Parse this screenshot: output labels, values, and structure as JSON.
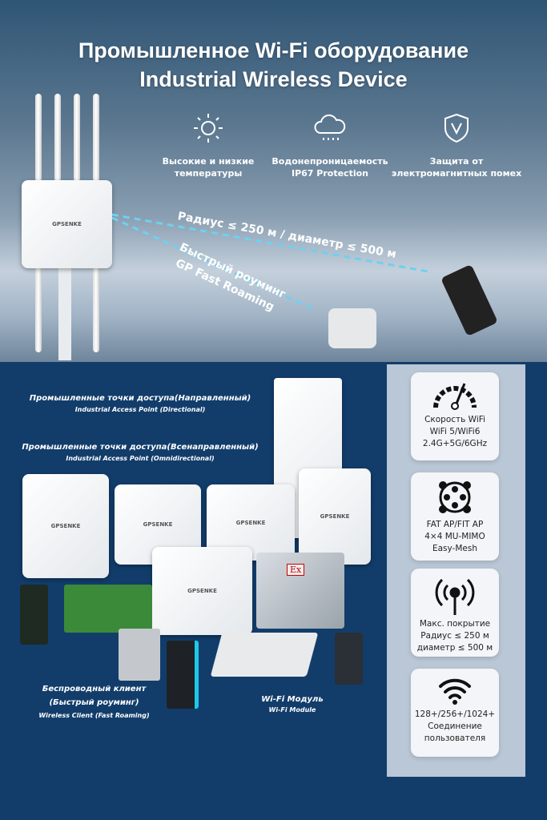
{
  "header": {
    "title_ru": "Промышленное Wi-Fi оборудование",
    "title_en": "Industrial Wireless Device"
  },
  "features": [
    {
      "icon": "sun-icon",
      "line1": "Высокие и низкие",
      "line2": "температуры"
    },
    {
      "icon": "rain-cloud-icon",
      "line1": "Водонепроницаемость",
      "line2": "IP67 Protection"
    },
    {
      "icon": "shield-icon",
      "line1": "Защита от",
      "line2": "электромагнитных помех"
    }
  ],
  "scene": {
    "range_text": "Радиус ≤ 250 м / диаметр ≤ 500 м",
    "roaming_ru": "Быстрый роуминг",
    "roaming_en": "GP Fast Roaming",
    "brand": "GPSENKE"
  },
  "products": {
    "directional_ru": "Промышленные точки доступа(Направленный)",
    "directional_en": "Industrial Access Point (Directional)",
    "omni_ru": "Промышленные точки доступа(Всенаправленный)",
    "omni_en": "Industrial Access Point (Omnidirectional)",
    "client_ru1": "Беспроводный клиент",
    "client_ru2": "(Быстрый роуминг)",
    "client_en": "Wireless Client (Fast Roaming)",
    "module_ru": "Wi-Fi Модуль",
    "module_en": "Wi-Fi Module",
    "ex_mark": "Ex"
  },
  "cards": [
    {
      "icon": "speedometer-icon",
      "lines": [
        "Скорость WiFi",
        "WiFi 5/WiFi6",
        "2.4G+5G/6GHz"
      ]
    },
    {
      "icon": "mesh-network-icon",
      "lines": [
        "FAT AP/FIT AP",
        "4×4 MU-MIMO",
        "Easy-Mesh"
      ]
    },
    {
      "icon": "antenna-signal-icon",
      "lines": [
        "Макс. покрытие",
        "Радиус ≤ 250 м",
        "диаметр ≤ 500 м"
      ]
    },
    {
      "icon": "wifi-icon",
      "lines": [
        "128+/256+/1024+",
        "Соединение",
        "пользователя"
      ]
    }
  ]
}
